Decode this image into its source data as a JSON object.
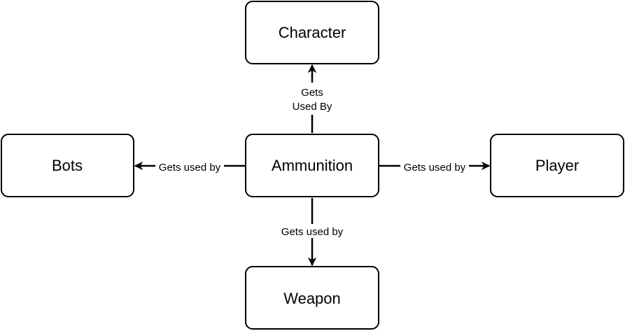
{
  "nodes": {
    "character": {
      "label": "Character"
    },
    "bots": {
      "label": "Bots"
    },
    "ammunition": {
      "label": "Ammunition"
    },
    "player": {
      "label": "Player"
    },
    "weapon": {
      "label": "Weapon"
    }
  },
  "edges": {
    "to_character": {
      "line1": "Gets",
      "line2": "Used By"
    },
    "to_bots": {
      "label": "Gets used by"
    },
    "to_player": {
      "label": "Gets used by"
    },
    "to_weapon": {
      "label": "Gets used by"
    }
  },
  "colors": {
    "stroke": "#000000",
    "fill": "#ffffff"
  }
}
